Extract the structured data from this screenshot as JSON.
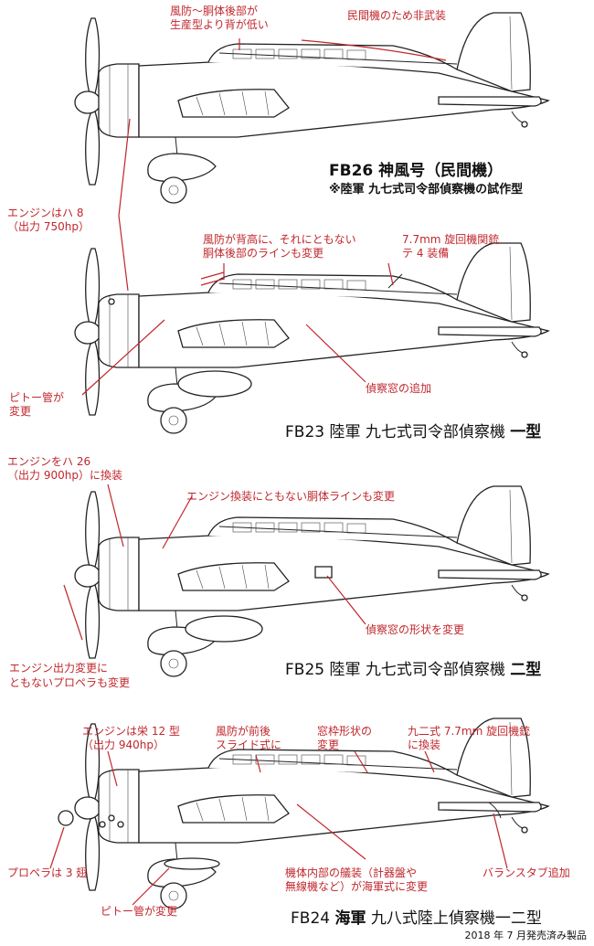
{
  "aircraft": [
    {
      "title": "FB26 神風号（民間機）",
      "subtitle": "※陸軍 九七式司令部偵察機の試作型",
      "notes": [
        "風防〜胴体後部が",
        "生産型より背が低い",
        "民間機のため非武装"
      ]
    },
    {
      "title_main": "FB23 陸軍 九七式司令部偵察機",
      "title_bold": "一型",
      "notes": [
        "エンジンはハ 8",
        "（出力 750hp）",
        "風防が背高に、それにともない",
        "胴体後部のラインも変更",
        "7.7mm 旋回機関銃",
        "テ 4 装備",
        "偵察窓の追加",
        "ピトー管が",
        "変更"
      ]
    },
    {
      "title_main": "FB25 陸軍 九七式司令部偵察機",
      "title_bold": "二型",
      "notes": [
        "エンジンをハ 26",
        "（出力 900hp）に換装",
        "エンジン換装にともない胴体ラインも変更",
        "偵察窓の形状を変更",
        "エンジン出力変更に",
        "ともないプロペラも変更"
      ]
    },
    {
      "title_bold": "海軍",
      "title_pre": "FB24",
      "title_main": "九八式陸上偵察機一二型",
      "notes": [
        "エンジンは栄 12 型",
        "（出力 940hp）",
        "風防が前後",
        "スライド式に",
        "窓枠形状の",
        "変更",
        "九二式 7.7mm 旋回機銃",
        "に換装",
        "プロペラは 3 翅",
        "機体内部の艤装（計器盤や",
        "無線機など）が海軍式に変更",
        "バランスタブ追加",
        "ピトー管が変更"
      ]
    }
  ],
  "footer": "2018 年 7 月発売済み製品",
  "colors": {
    "annotation": "#c0272d",
    "line": "#222222"
  }
}
